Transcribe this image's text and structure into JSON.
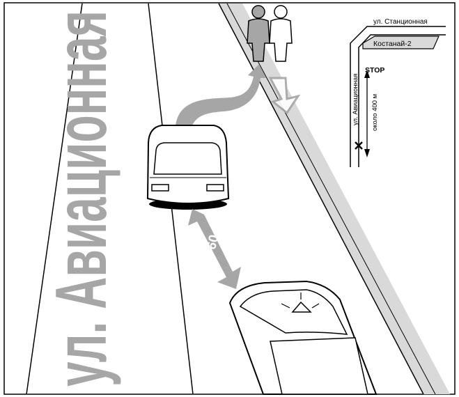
{
  "street": {
    "main_name": "ул. Авиационная"
  },
  "distance_label": "50-60 м",
  "inset_map": {
    "station_street": "ул. Станционная",
    "station_name": "Костанай-2",
    "stop_label": "STOP",
    "side_street": "ул. Авиационная",
    "distance": "около 400 м"
  },
  "colors": {
    "sidewalk": "#d9d9d9",
    "arrow": "#a6a6a6",
    "street_text": "#a6a6a6",
    "line": "#000000"
  }
}
